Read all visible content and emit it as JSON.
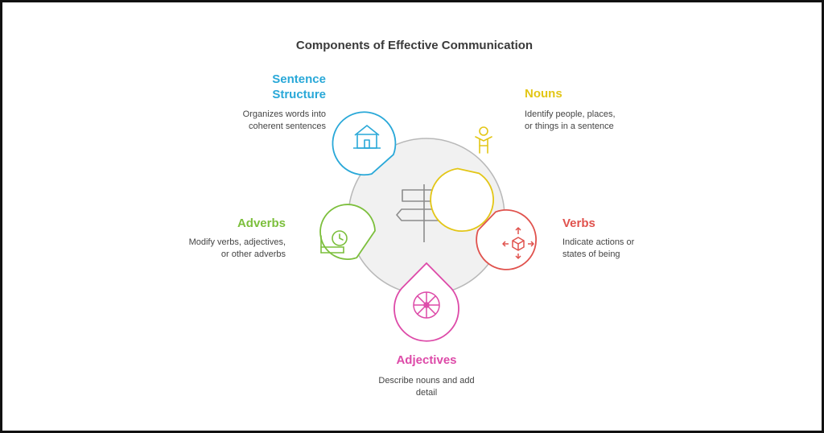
{
  "title": "Components of Effective Communication",
  "components": [
    {
      "key": "sentence",
      "label_line1": "Sentence",
      "label_line2": "Structure",
      "desc_line1": "Organizes words into",
      "desc_line2": "coherent sentences",
      "color": "#29a8d8",
      "icon": "house-icon"
    },
    {
      "key": "nouns",
      "label_line1": "Nouns",
      "desc_line1": "Identify people, places,",
      "desc_line2": "or things in a sentence",
      "color": "#e3c616",
      "icon": "person-icon"
    },
    {
      "key": "verbs",
      "label_line1": "Verbs",
      "desc_line1": "Indicate actions or",
      "desc_line2": "states of being",
      "color": "#e0524d",
      "icon": "move-cube-icon"
    },
    {
      "key": "adjectives",
      "label_line1": "Adjectives",
      "desc_line1": "Describe nouns and add",
      "desc_line2": "detail",
      "color": "#dd4aa8",
      "icon": "wheel-icon"
    },
    {
      "key": "adverbs",
      "label_line1": "Adverbs",
      "desc_line1": "Modify verbs, adjectives,",
      "desc_line2": "or other adverbs",
      "color": "#7cbf3c",
      "icon": "clock-bed-icon"
    }
  ],
  "center_icon": "signpost-icon"
}
